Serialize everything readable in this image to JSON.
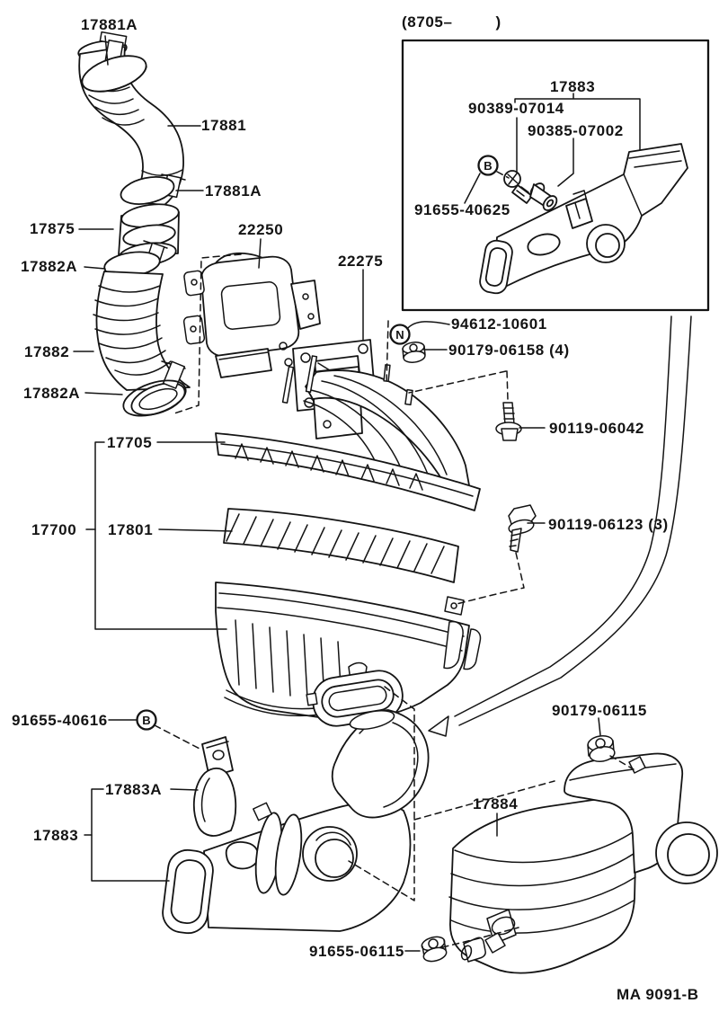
{
  "colors": {
    "ink": "#141414",
    "paper": "#ffffff"
  },
  "figure": {
    "code": "MA 9091-B"
  },
  "inset": {
    "caption": "(8705–         )"
  },
  "labels": {
    "clamp_17881A_top": "17881A",
    "hose_17881": "17881",
    "clamp_17881A_mid": "17881A",
    "hose_17875": "17875",
    "clamp_17882A_upper": "17882A",
    "hose_17882": "17882",
    "clamp_17882A_lower": "17882A",
    "meter_22250": "22250",
    "bracket_22275": "22275",
    "inset_duct_17883": "17883",
    "bolt_90389_07014": "90389-07014",
    "collar_90385_07002": "90385-07002",
    "clip_91655_40625": "91655-40625",
    "nut_94612_10601": "94612-10601",
    "nut_90179_06158": "90179-06158 (4)",
    "screw_90119_06042": "90119-06042",
    "bolt_90119_06123": "90119-06123 (3)",
    "cap_17705": "17705",
    "assembly_17700": "17700",
    "element_17801": "17801",
    "clip_91655_40616": "91655-40616",
    "stay_17883A": "17883A",
    "duct_17883": "17883",
    "nut_90179_06115": "90179-06115",
    "resonator_17884": "17884",
    "nut_91655_06115": "91655-06115",
    "marker_b": "B",
    "marker_n": "N"
  }
}
